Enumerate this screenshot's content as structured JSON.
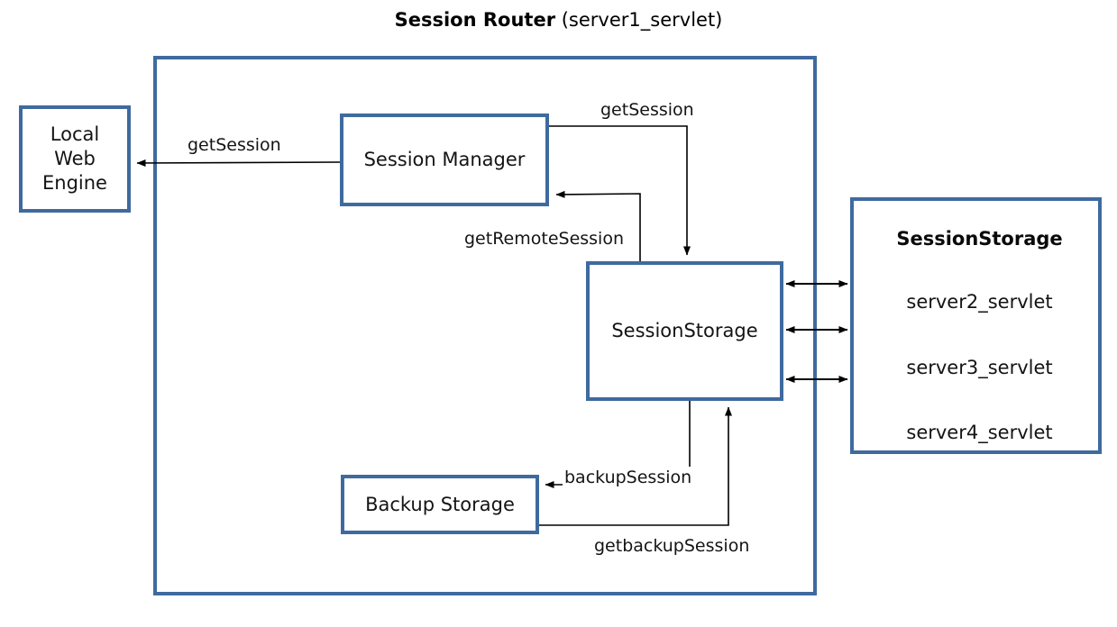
{
  "title": {
    "strong": "Session Router",
    "normal": " (server1_servlet)"
  },
  "colors": {
    "box_border": "#3f6a9e",
    "box_fill": "#ffffff",
    "arrow": "#000000",
    "text": "#141414",
    "background": "#ffffff"
  },
  "boxes": {
    "router": {
      "label": ""
    },
    "local_web_engine": {
      "label": "Local\nWeb\nEngine"
    },
    "session_manager": {
      "label": "Session Manager"
    },
    "session_storage_inner": {
      "label": "SessionStorage"
    },
    "backup_storage": {
      "label": "Backup Storage"
    },
    "session_storage_remote": {
      "title": "SessionStorage",
      "entries": [
        "server2_servlet",
        "server3_servlet",
        "server4_servlet"
      ]
    }
  },
  "edges": [
    {
      "id": "getsession-left",
      "label": "getSession",
      "from": "session_manager",
      "to": "local_web_engine",
      "direction": "one-way"
    },
    {
      "id": "getsession-top",
      "label": "getSession",
      "from": "session_manager",
      "to": "session_storage_inner",
      "direction": "one-way"
    },
    {
      "id": "getremotesession",
      "label": "getRemoteSession",
      "from": "session_storage_inner",
      "to": "session_manager",
      "direction": "one-way"
    },
    {
      "id": "backupsession",
      "label": "backupSession",
      "from": "session_storage_inner",
      "to": "backup_storage",
      "direction": "one-way"
    },
    {
      "id": "getbackupsession",
      "label": "getbackupSession",
      "from": "backup_storage",
      "to": "session_storage_inner",
      "direction": "one-way"
    },
    {
      "id": "replication-1",
      "label": "",
      "from": "session_storage_inner",
      "to": "session_storage_remote",
      "direction": "bidirectional"
    },
    {
      "id": "replication-2",
      "label": "",
      "from": "session_storage_inner",
      "to": "session_storage_remote",
      "direction": "bidirectional"
    },
    {
      "id": "replication-3",
      "label": "",
      "from": "session_storage_inner",
      "to": "session_storage_remote",
      "direction": "bidirectional"
    }
  ]
}
